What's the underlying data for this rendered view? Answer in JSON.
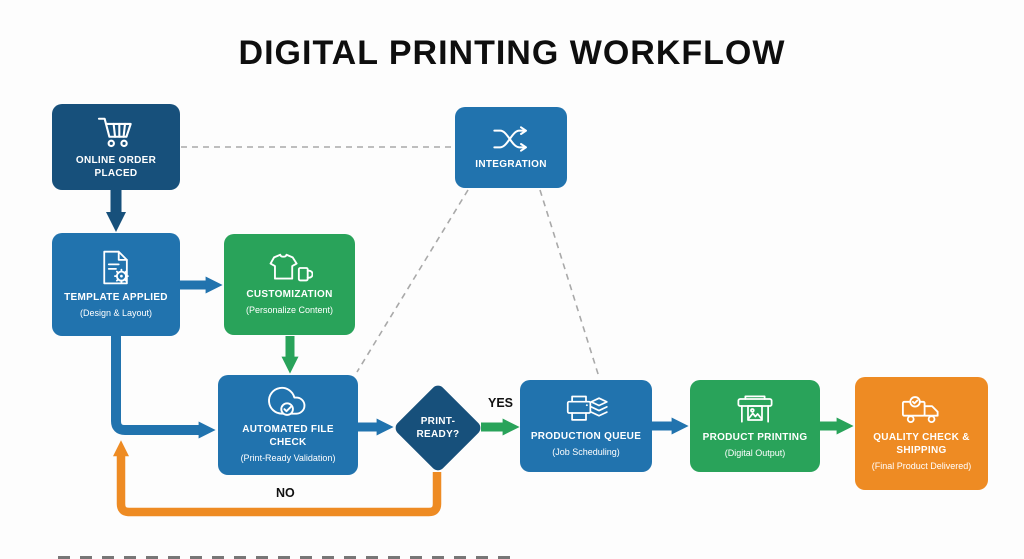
{
  "title": "DIGITAL PRINTING WORKFLOW",
  "nodes": {
    "online_order": {
      "label": "ONLINE ORDER PLACED",
      "icon": "shopping-cart-icon",
      "color": "#17507b"
    },
    "integration": {
      "label": "INTEGRATION",
      "icon": "shuffle-icon",
      "color": "#2173ae"
    },
    "template_applied": {
      "label": "TEMPLATE APPLIED",
      "sublabel": "(Design & Layout)",
      "icon": "document-gear-icon",
      "color": "#2173ae"
    },
    "customization": {
      "label": "CUSTOMIZATION",
      "sublabel": "(Personalize Content)",
      "icon": "shirt-mug-icon",
      "color": "#29a35a"
    },
    "automated_file_check": {
      "label": "AUTOMATED FILE CHECK",
      "sublabel": "(Print-Ready Validation)",
      "icon": "cloud-check-icon",
      "color": "#2173ae"
    },
    "print_ready": {
      "label": "PRINT-READY?",
      "icon": "none",
      "color": "#17507b"
    },
    "production_queue": {
      "label": "PRODUCTION QUEUE",
      "sublabel": "(Job Scheduling)",
      "icon": "printer-stack-icon",
      "color": "#2173ae"
    },
    "product_printing": {
      "label": "PRODUCT PRINTING",
      "sublabel": "(Digital Output)",
      "icon": "wide-printer-icon",
      "color": "#29a35a"
    },
    "quality_shipping": {
      "label": "QUALITY CHECK & SHIPPING",
      "sublabel": "(Final Product Delivered)",
      "icon": "truck-check-icon",
      "color": "#ee8b23"
    }
  },
  "edge_labels": {
    "yes": "YES",
    "no": "NO"
  },
  "edges": [
    {
      "from": "online_order",
      "to": "template_applied",
      "style": "solid",
      "color": "#17507b"
    },
    {
      "from": "template_applied",
      "to": "customization",
      "style": "solid",
      "color": "#2173ae"
    },
    {
      "from": "customization",
      "to": "automated_file_check",
      "style": "solid",
      "color": "#29a35a"
    },
    {
      "from": "template_applied",
      "to": "automated_file_check",
      "style": "solid",
      "color": "#2173ae"
    },
    {
      "from": "automated_file_check",
      "to": "print_ready",
      "style": "solid",
      "color": "#2173ae"
    },
    {
      "from": "print_ready",
      "to": "production_queue",
      "style": "solid",
      "color": "#29a35a",
      "label": "YES"
    },
    {
      "from": "production_queue",
      "to": "product_printing",
      "style": "solid",
      "color": "#2173ae"
    },
    {
      "from": "product_printing",
      "to": "quality_shipping",
      "style": "solid",
      "color": "#29a35a"
    },
    {
      "from": "print_ready",
      "to": "automated_file_check",
      "style": "solid",
      "color": "#ee8b23",
      "label": "NO"
    },
    {
      "from": "integration",
      "to": "online_order",
      "style": "dashed",
      "color": "#a9a9a9"
    },
    {
      "from": "integration",
      "to": "automated_file_check",
      "style": "dashed",
      "color": "#a9a9a9"
    },
    {
      "from": "integration",
      "to": "production_queue",
      "style": "dashed",
      "color": "#a9a9a9"
    }
  ],
  "colors": {
    "dark_navy": "#17507b",
    "blue": "#2173ae",
    "green": "#29a35a",
    "orange": "#ee8b23",
    "dashed_gray": "#a9a9a9",
    "title_text": "#0e0e0e"
  }
}
